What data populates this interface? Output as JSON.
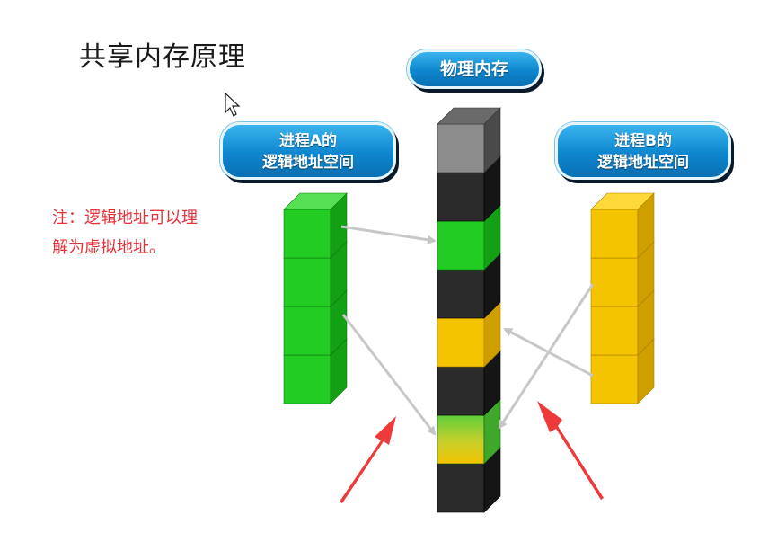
{
  "title": "共享内存原理",
  "physical_memory_label": "物理内存",
  "process_a": {
    "label_line1": "进程A的",
    "label_line2": "逻辑地址空间"
  },
  "process_b": {
    "label_line1": "进程B的",
    "label_line2": "逻辑地址空间"
  },
  "note": {
    "line1": "注：逻辑地址可以理",
    "line2": "解为虚拟地址。"
  },
  "colors": {
    "process_a": "#22cc22",
    "process_b": "#f5c400",
    "memory_dark": "#2a2a2a",
    "memory_top": "#8c8c8c",
    "arrow_red": "#ee3a3a",
    "arrow_gray": "#c8c8c8",
    "note_text": "#e8323a",
    "pill_blue": "#0e86cf"
  },
  "memory_blocks": [
    "gray",
    "dark",
    "green",
    "dark",
    "yellow",
    "dark",
    "mixed",
    "dark"
  ],
  "process_a_blocks": 4,
  "process_b_blocks": 4
}
